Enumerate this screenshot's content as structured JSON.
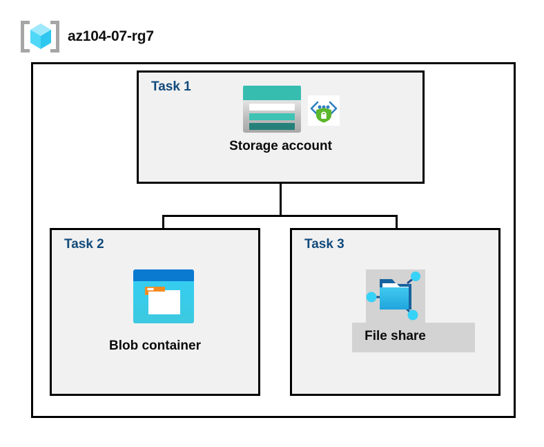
{
  "resource_group": {
    "name": "az104-07-rg7",
    "icon": "resource-group-cube-icon"
  },
  "tasks": [
    {
      "label": "Task 1",
      "node_caption": "Storage account",
      "icons": [
        "storage-account-icon",
        "private-endpoint-secure-icon"
      ],
      "highlighted": false
    },
    {
      "label": "Task 2",
      "node_caption": "Blob container",
      "icons": [
        "blob-container-icon"
      ],
      "highlighted": false
    },
    {
      "label": "Task 3",
      "node_caption": "File share",
      "icons": [
        "file-share-icon"
      ],
      "highlighted": true
    }
  ],
  "colors": {
    "task_label": "#114a7b",
    "caption": "#0b0b0b",
    "border": "#000000",
    "task_fill": "#f1f1f1",
    "highlight": "#d3d3d3",
    "storage_teal": "#37bdb0",
    "storage_dark_teal": "#25807a",
    "blob_blue": "#0a7ad1",
    "blob_cyan": "#35cdf0",
    "folder_orange": "#f28b22",
    "shield_green": "#5bb72b",
    "bracket_blue": "#2d7fc1",
    "cube_cyan": "#32d5f5",
    "bracket_gray": "#a6a6a6"
  }
}
